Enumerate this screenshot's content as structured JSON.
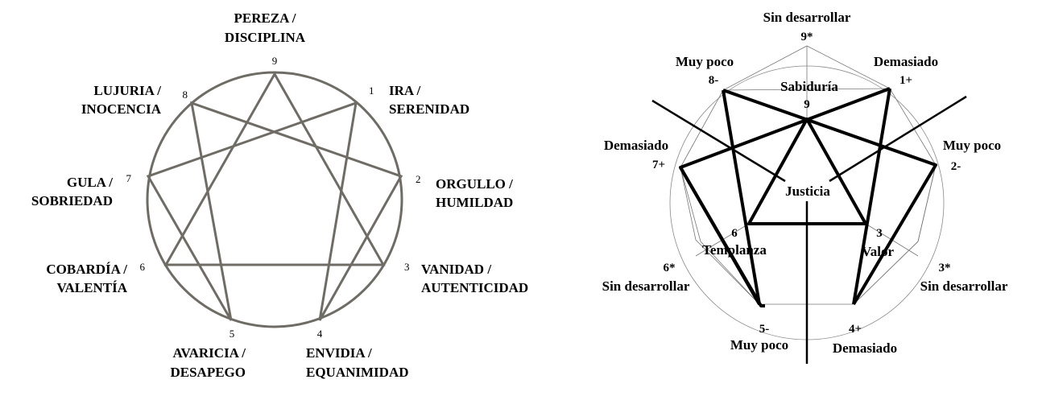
{
  "left": {
    "points": [
      {
        "number": "9",
        "line1": "PEREZA /",
        "line2": "DISCIPLINA"
      },
      {
        "number": "1",
        "line1": "IRA /",
        "line2": "SERENIDAD"
      },
      {
        "number": "2",
        "line1": "ORGULLO /",
        "line2": "HUMILDAD"
      },
      {
        "number": "3",
        "line1": "VANIDAD /",
        "line2": "AUTENTICIDAD"
      },
      {
        "number": "4",
        "line1": "ENVIDIA /",
        "line2": "EQUANIMIDAD"
      },
      {
        "number": "5",
        "line1": "AVARICIA /",
        "line2": "DESAPEGO"
      },
      {
        "number": "6",
        "line1": "COBARDÍA /",
        "line2": "VALENTÍA"
      },
      {
        "number": "7",
        "line1": "GULA /",
        "line2": "SOBRIEDAD"
      },
      {
        "number": "8",
        "line1": "LUJURIA /",
        "line2": "INOCENCIA"
      }
    ],
    "colors": {
      "figure": "#6e6c64",
      "text": "#000000"
    }
  },
  "right": {
    "virtues": {
      "top": "Sabiduría",
      "center": "Justicia",
      "left": "Templanza",
      "right": "Valor"
    },
    "inner_numbers": {
      "n9": "9",
      "n6": "6",
      "n3": "3"
    },
    "outer": [
      {
        "id": "9",
        "number": "9*",
        "label": "Sin desarrollar"
      },
      {
        "id": "1",
        "number": "1+",
        "label": "Demasiado"
      },
      {
        "id": "2",
        "number": "2-",
        "label": "Muy poco"
      },
      {
        "id": "3",
        "number": "3*",
        "label": "Sin desarrollar"
      },
      {
        "id": "4",
        "number": "4+",
        "label": "Demasiado"
      },
      {
        "id": "5",
        "number": "5-",
        "label": "Muy poco"
      },
      {
        "id": "6",
        "number": "6*",
        "label": "Sin desarrollar"
      },
      {
        "id": "7",
        "number": "7+",
        "label": "Demasiado"
      },
      {
        "id": "8",
        "number": "8-",
        "label": "Muy poco"
      }
    ]
  }
}
